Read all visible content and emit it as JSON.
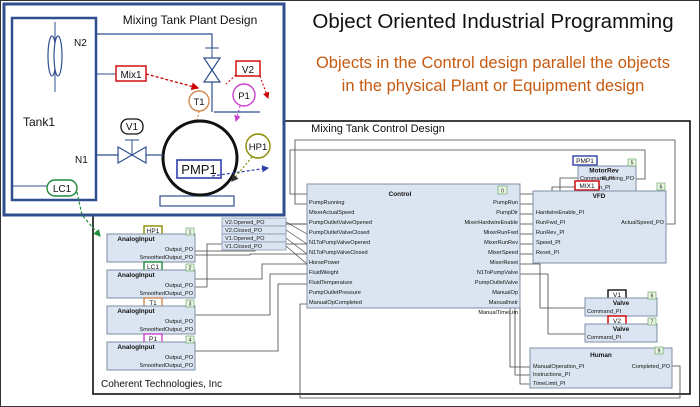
{
  "header": {
    "title": "Object Oriented Industrial Programming",
    "subtitle_line1": "Objects in the Control design parallel the objects",
    "subtitle_line2": "in the physical Plant or Equipment design"
  },
  "plant": {
    "title": "Mixing Tank Plant Design",
    "tank_label": "Tank1",
    "inlet_labels": [
      "N2",
      "N1"
    ],
    "tags": {
      "mix": "Mix1",
      "v2": "V2",
      "t1": "T1",
      "p1": "P1",
      "v1": "V1",
      "hp1": "HP1",
      "pmp": "PMP1",
      "lc1": "LC1"
    }
  },
  "control": {
    "title": "Mixing Tank Control Design",
    "footer": "Coherent Technologies, Inc",
    "main_block": {
      "name": "Control",
      "number": "0",
      "inputs": [
        "PumpRunning",
        "MixerActualSpeed",
        "PumpOutletValveOpened",
        "PumpOutletValveClosed",
        "N1ToPumpValveOpened",
        "N1ToPumpValveClosed",
        "HorsePower",
        "FluidWeight",
        "FluidTemperature",
        "PumpOutletPressure",
        "ManualOpCompleted"
      ],
      "outputs": [
        "PumpRun",
        "PumpDir",
        "MixerHardwireEnable",
        "MixerRunFwd",
        "MixerRunRev",
        "MixerSpeed",
        "MixerReset",
        "N1ToPumpValve",
        "PumpOutletValve",
        "ManualOp",
        "ManualInstr",
        "ManualTimeLim"
      ]
    },
    "valve_inputs": [
      "V2.Opened_PO",
      "V2.Closed_PO",
      "V1.Opened_PO",
      "V1.Closed_PO"
    ],
    "analog_blocks": [
      {
        "tag": "HP1",
        "name": "AnalogInput",
        "number": "1",
        "outputs": [
          "Output_PO",
          "SmoothedOutput_PO"
        ],
        "color": "#8a8a00"
      },
      {
        "tag": "LC1",
        "name": "AnalogInput",
        "number": "2",
        "outputs": [
          "Output_PO",
          "SmoothedOutput_PO"
        ],
        "color": "#1f8a3a"
      },
      {
        "tag": "T1",
        "name": "AnalogInput",
        "number": "3",
        "outputs": [
          "Output_PO",
          "SmoothedOutput_PO"
        ],
        "color": "#d08a50"
      },
      {
        "tag": "P1",
        "name": "AnalogInput",
        "number": "4",
        "outputs": [
          "Output_PO",
          "SmoothedOutput_PO"
        ],
        "color": "#cc44cc"
      }
    ],
    "motor": {
      "tag": "PMP1",
      "name": "MotorRev",
      "number": "5",
      "inputs": [
        "Command_PI",
        "Direction_PI"
      ],
      "output": "Running_PO"
    },
    "vfd": {
      "tag": "MIX1",
      "name": "VFD",
      "number": "6",
      "inputs": [
        "HardwireEnable_PI",
        "RunFwd_PI",
        "RunRev_PI",
        "Speed_PI",
        "Reset_PI"
      ],
      "output": "ActualSpeed_PO"
    },
    "valves": [
      {
        "tag": "V1",
        "name": "Valve",
        "number": "6",
        "input": "Command_PI"
      },
      {
        "tag": "V2",
        "name": "Valve",
        "number": "7",
        "input": "Command_PI"
      }
    ],
    "human": {
      "name": "Human",
      "number": "9",
      "inputs": [
        "ManualOperation_PI",
        "Instructions_PI",
        "TimeLimit_PI"
      ],
      "output": "Completed_PO"
    }
  },
  "colors": {
    "plant_border": "#2f4f8f",
    "subtitle": "#c55a11",
    "block_fill": "#dbe5f1",
    "mix_tag": "#cc0000",
    "v2_tag": "#cc0000",
    "lc1_tag": "#1f8a3a",
    "hp1_tag": "#8a8a00",
    "pmp_tag": "#2f3fa8",
    "p1_tag": "#cc44cc",
    "t1_tag": "#d08a50"
  }
}
